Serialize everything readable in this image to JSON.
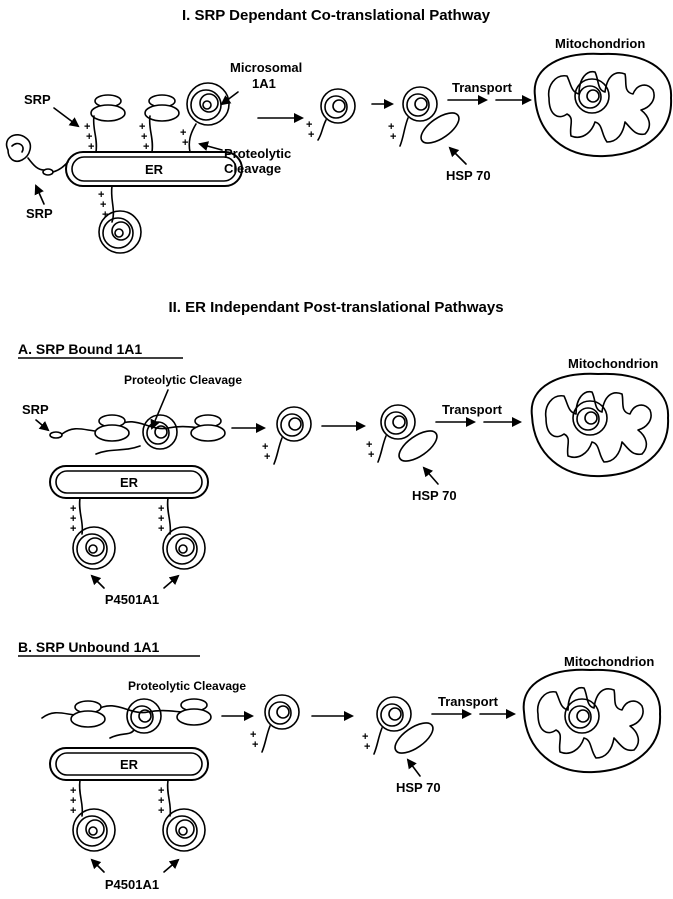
{
  "section1": {
    "title": "I. SRP Dependant Co-translational Pathway",
    "labels": {
      "srp_a": "SRP",
      "srp_b": "SRP",
      "microsomal_1": "Microsomal",
      "microsomal_2": "1A1",
      "er": "ER",
      "cleavage_1": "Proteolytic",
      "cleavage_2": "Cleavage",
      "transport": "Transport",
      "hsp": "HSP 70",
      "mito": "Mitochondrion"
    }
  },
  "section2": {
    "title": "II. ER Independant Post-translational Pathways"
  },
  "sectionA": {
    "title": "A. SRP Bound 1A1",
    "labels": {
      "srp": "SRP",
      "cleavage": "Proteolytic Cleavage",
      "er": "ER",
      "p450": "P4501A1",
      "transport": "Transport",
      "hsp": "HSP 70",
      "mito": "Mitochondrion"
    }
  },
  "sectionB": {
    "title": "B. SRP Unbound 1A1",
    "labels": {
      "cleavage": "Proteolytic Cleavage",
      "er": "ER",
      "p450": "P4501A1",
      "transport": "Transport",
      "hsp": "HSP 70",
      "mito": "Mitochondrion"
    }
  },
  "symbols": {
    "plus": "+"
  }
}
